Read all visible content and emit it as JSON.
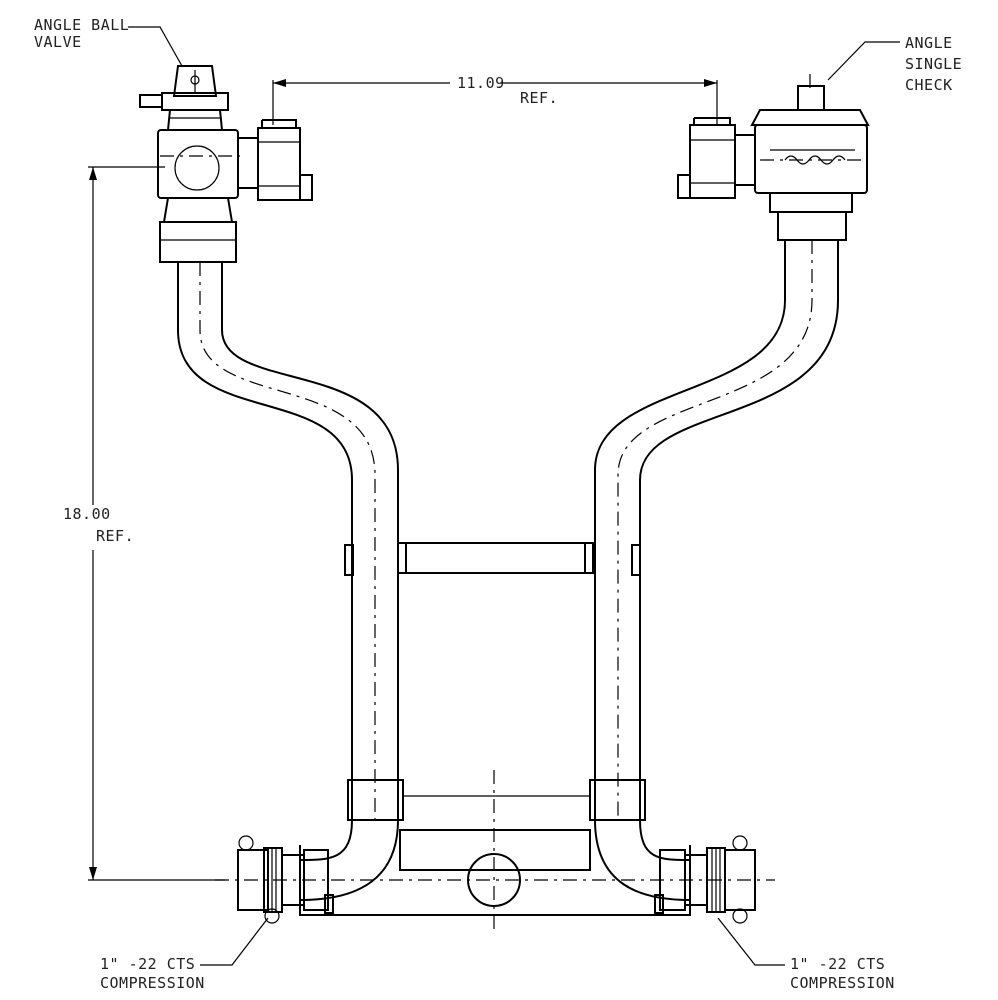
{
  "labels": {
    "angle_ball_valve": [
      "ANGLE BALL",
      "VALVE"
    ],
    "angle_single_check": [
      "ANGLE",
      "SINGLE",
      "CHECK"
    ],
    "width_dim": {
      "value": "11.09",
      "ref": "REF."
    },
    "height_dim": {
      "value": "18.00",
      "ref": "REF."
    },
    "left_compression": [
      "1\" -22 CTS",
      "COMPRESSION"
    ],
    "right_compression": [
      "1\" -22 CTS",
      "COMPRESSION"
    ]
  }
}
